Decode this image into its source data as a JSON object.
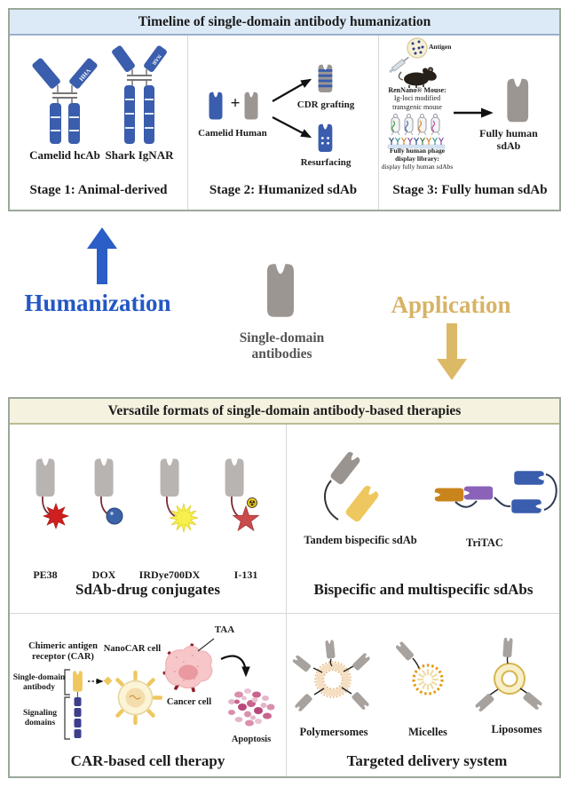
{
  "colors": {
    "antibody_blue": "#3a5dad",
    "sdab_gray": "#9c9693",
    "humanization_blue": "#2457c5",
    "application_gold": "#d7b364",
    "top_header_bg": "#dceaf7",
    "bottom_header_bg": "#f5f2e0",
    "linker_maroon": "#7a2b35",
    "car_yellow": "#eec75e",
    "signaling_indigo": "#3d3e8c"
  },
  "top_panel": {
    "title": "Timeline of single-domain antibody humanization",
    "stage1": {
      "camelid_label": "Camelid hcAb",
      "shark_label": "Shark IgNAR",
      "vhh_tag": "VHH",
      "nar_tag": "NAR",
      "title": "Stage 1: Animal-derived"
    },
    "stage2": {
      "camelid_label": "Camelid",
      "plus_sign": "+",
      "human_label": "Human",
      "cdr_grafting_label": "CDR grafting",
      "resurfacing_label": "Resurfacing",
      "title": "Stage 2: Humanized sdAb"
    },
    "stage3": {
      "antigen_label": "Antigen",
      "mouse_caption_title": "RenNano® Mouse:",
      "mouse_caption_body": "Ig-loci modified transgenic mouse",
      "phage_caption_title": "Fully human phage display library:",
      "phage_caption_body": "display fully human sdAbs",
      "result_label": "Fully human sdAb",
      "title": "Stage 3: Fully human sdAb"
    }
  },
  "middle": {
    "humanization_label": "Humanization",
    "application_label": "Application",
    "center_label": "Single-domain antibodies"
  },
  "bottom_panel": {
    "title": "Versatile formats of single-domain antibody-based therapies",
    "conjugates": {
      "labels": [
        "PE38",
        "DOX",
        "IRDye700DX",
        "I-131"
      ],
      "radiation_icon": "☢",
      "title": "SdAb-drug conjugates"
    },
    "bispecific": {
      "tandem_label": "Tandem bispecific sdAb",
      "tritac_label": "TriTAC",
      "title": "Bispecific and multispecific sdAbs"
    },
    "car": {
      "receptor_label": "Chimeric antigen receptor (CAR)",
      "sdab_label": "Single-domain antibody",
      "signaling_label": "Signaling domains",
      "nanocar_label": "NanoCAR cell",
      "cancer_label": "Cancer cell",
      "taa_label": "TAA",
      "apoptosis_label": "Apoptosis",
      "title": "CAR-based cell therapy"
    },
    "delivery": {
      "labels": [
        "Polymersomes",
        "Micelles",
        "Liposomes"
      ],
      "title": "Targeted delivery system"
    }
  }
}
